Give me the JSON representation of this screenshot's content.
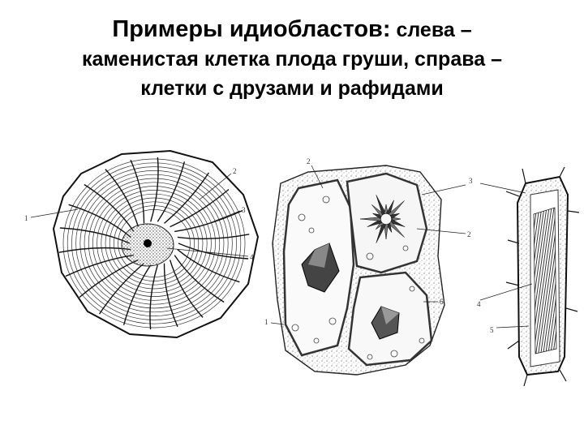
{
  "slide": {
    "title_line1_main": "Примеры идиобластов:",
    "title_line1_rest": " слева –",
    "title_line2": "каменистая клетка плода груши, справа –",
    "title_line3": "клетки с друзами и рафидами"
  },
  "figure_labels": {
    "stone_cell": [
      "1",
      "2",
      "3",
      "4"
    ],
    "druse_cells": [
      "2",
      "2",
      "6",
      "1"
    ],
    "raphide_cell": [
      "3",
      "4",
      "5"
    ]
  }
}
